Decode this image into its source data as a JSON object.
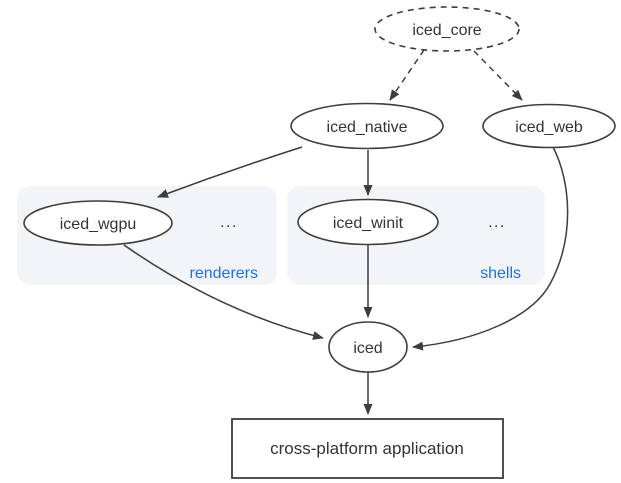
{
  "diagram": {
    "nodes": {
      "iced_core": {
        "label": "iced_core",
        "shape": "ellipse",
        "style": "dashed"
      },
      "iced_native": {
        "label": "iced_native",
        "shape": "ellipse",
        "style": "solid"
      },
      "iced_web": {
        "label": "iced_web",
        "shape": "ellipse",
        "style": "solid"
      },
      "iced_wgpu": {
        "label": "iced_wgpu",
        "shape": "ellipse",
        "style": "solid"
      },
      "iced_winit": {
        "label": "iced_winit",
        "shape": "ellipse",
        "style": "solid"
      },
      "iced": {
        "label": "iced",
        "shape": "ellipse",
        "style": "solid"
      },
      "application": {
        "label": "cross-platform application",
        "shape": "rect",
        "style": "solid"
      }
    },
    "groups": {
      "renderers": {
        "label": "renderers",
        "ellipsis": "...",
        "members": [
          "iced_wgpu"
        ]
      },
      "shells": {
        "label": "shells",
        "ellipsis": "...",
        "members": [
          "iced_winit"
        ]
      }
    },
    "edges": [
      {
        "from": "iced_core",
        "to": "iced_native",
        "style": "dashed"
      },
      {
        "from": "iced_core",
        "to": "iced_web",
        "style": "dashed"
      },
      {
        "from": "iced_native",
        "to": "iced_wgpu",
        "style": "solid"
      },
      {
        "from": "iced_native",
        "to": "iced_winit",
        "style": "solid"
      },
      {
        "from": "iced_wgpu",
        "to": "iced",
        "style": "solid"
      },
      {
        "from": "iced_winit",
        "to": "iced",
        "style": "solid"
      },
      {
        "from": "iced_web",
        "to": "iced",
        "style": "solid"
      },
      {
        "from": "iced",
        "to": "application",
        "style": "solid"
      }
    ],
    "colors": {
      "background": "#ffffff",
      "stroke": "#3d3d3d",
      "text": "#333333",
      "group_fill": "#f2f4f7",
      "group_label_blue": "#1a73e8"
    }
  }
}
